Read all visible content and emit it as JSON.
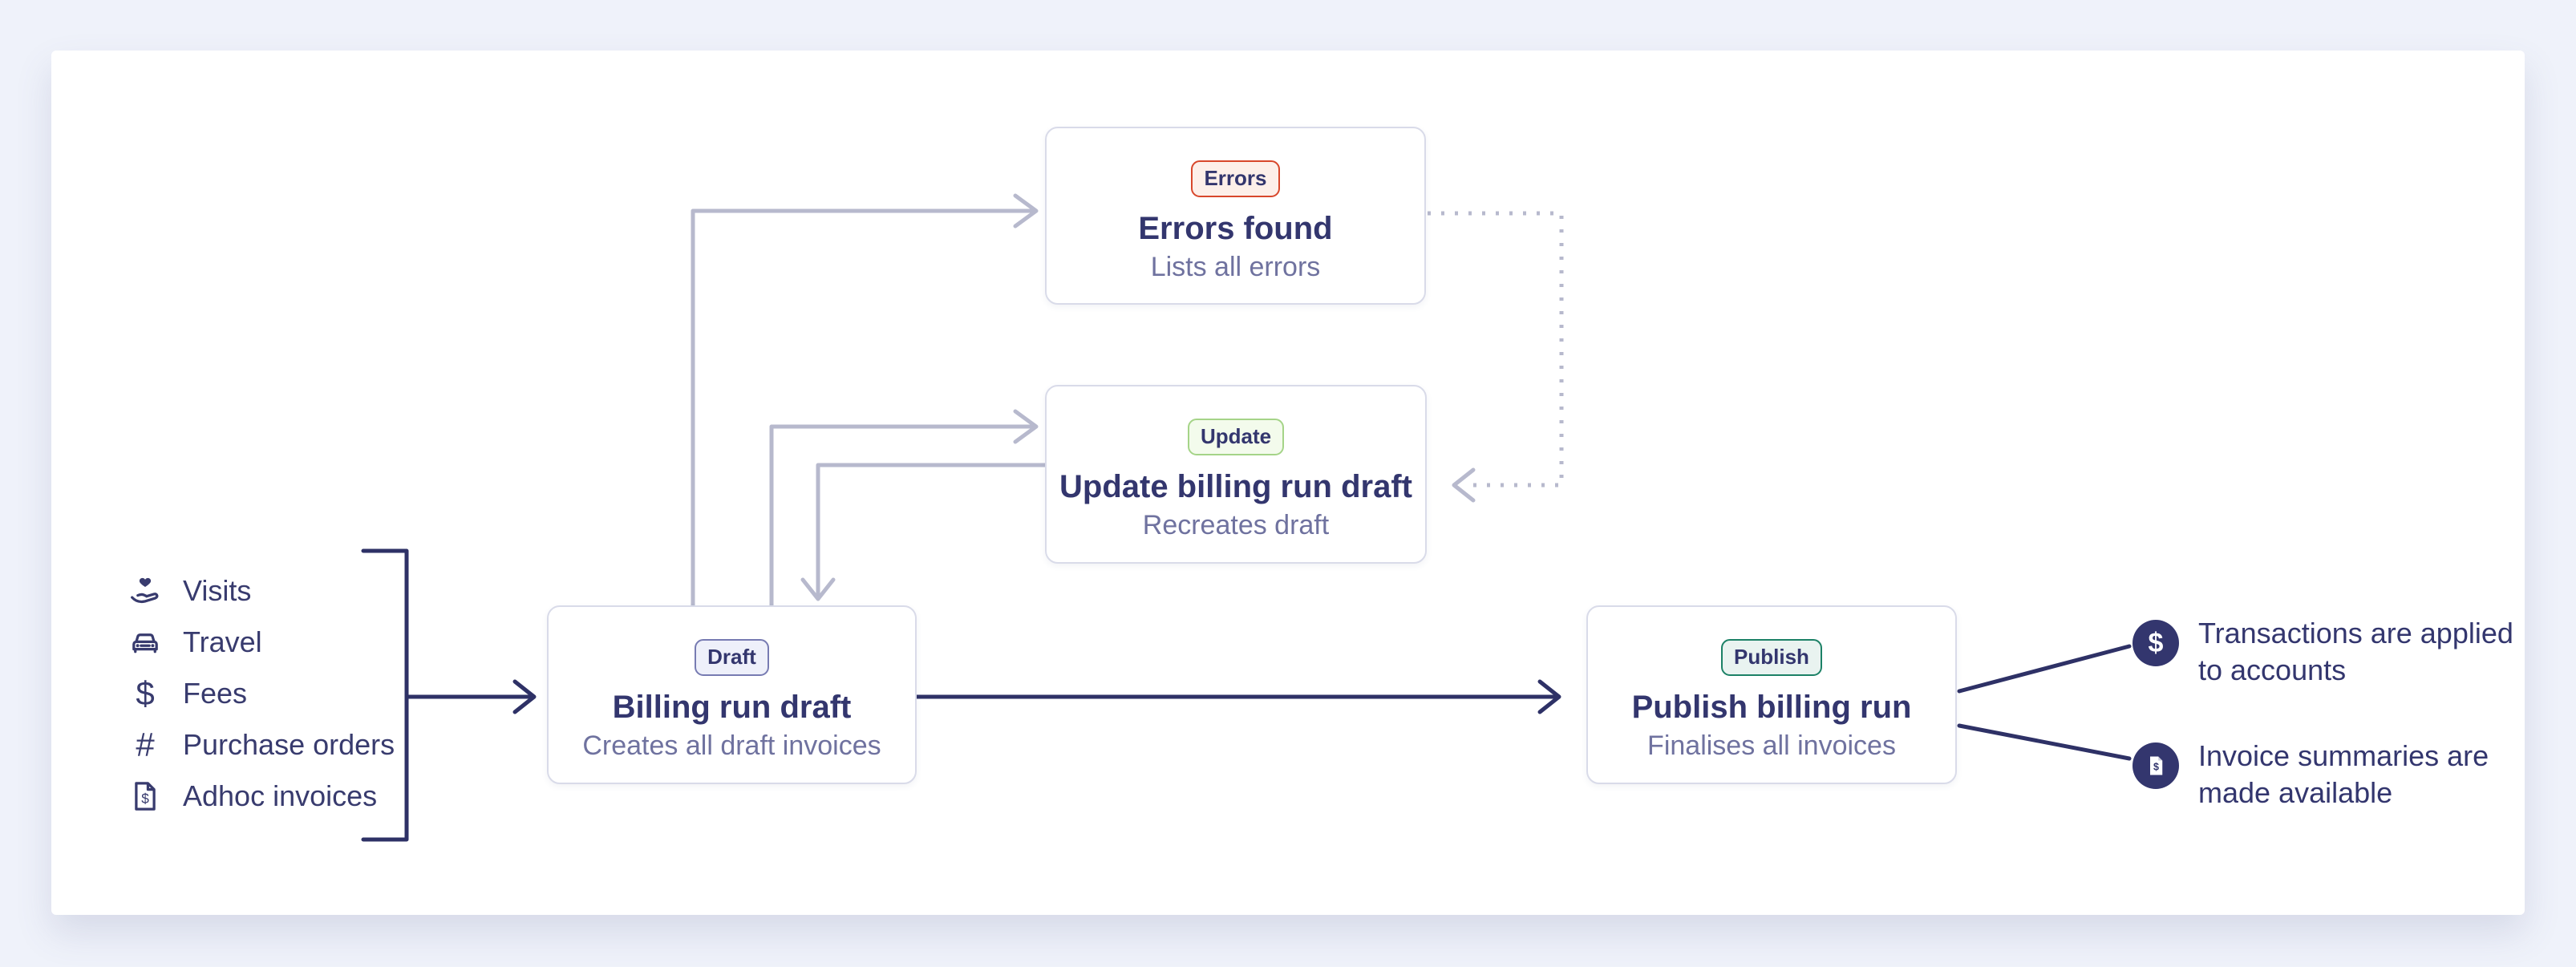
{
  "diagram": {
    "inputs": {
      "items": [
        {
          "label": "Visits",
          "icon": "hand-heart-icon"
        },
        {
          "label": "Travel",
          "icon": "car-icon"
        },
        {
          "label": "Fees",
          "icon": "dollar-icon",
          "glyph": "$"
        },
        {
          "label": "Purchase orders",
          "icon": "hash-icon",
          "glyph": "#"
        },
        {
          "label": "Adhoc invoices",
          "icon": "invoice-icon"
        }
      ]
    },
    "nodes": {
      "errors_found": {
        "badge": "Errors",
        "title": "Errors found",
        "subtitle": "Lists all errors"
      },
      "update_draft": {
        "badge": "Update",
        "title": "Update billing run draft",
        "subtitle": "Recreates draft"
      },
      "billing_draft": {
        "badge": "Draft",
        "title": "Billing run draft",
        "subtitle": "Creates all draft invoices"
      },
      "publish_run": {
        "badge": "Publish",
        "title": "Publish billing run",
        "subtitle": "Finalises all invoices"
      }
    },
    "outputs": [
      {
        "label": "Transactions are applied to accounts",
        "icon": "dollar-circle-icon"
      },
      {
        "label": "Invoice summaries are made available",
        "icon": "invoice-circle-icon"
      }
    ],
    "colors": {
      "page_background": "#eff2fa",
      "card_background": "#ffffff",
      "navy_text": "#33366e",
      "muted_subtitle": "#6f729f",
      "node_border": "#d9dbe9",
      "dark_connector": "#2e3166",
      "light_connector": "#b7b9cd",
      "errors_badge_border": "#d8472b",
      "errors_badge_bg": "#fdefe9",
      "update_badge_border": "#a5d488",
      "update_badge_bg": "#f3fbec",
      "draft_badge_border": "#777bb2",
      "draft_badge_bg": "#eef0fa",
      "publish_badge_border": "#1c8166",
      "publish_badge_bg": "#e9f3f0"
    }
  }
}
